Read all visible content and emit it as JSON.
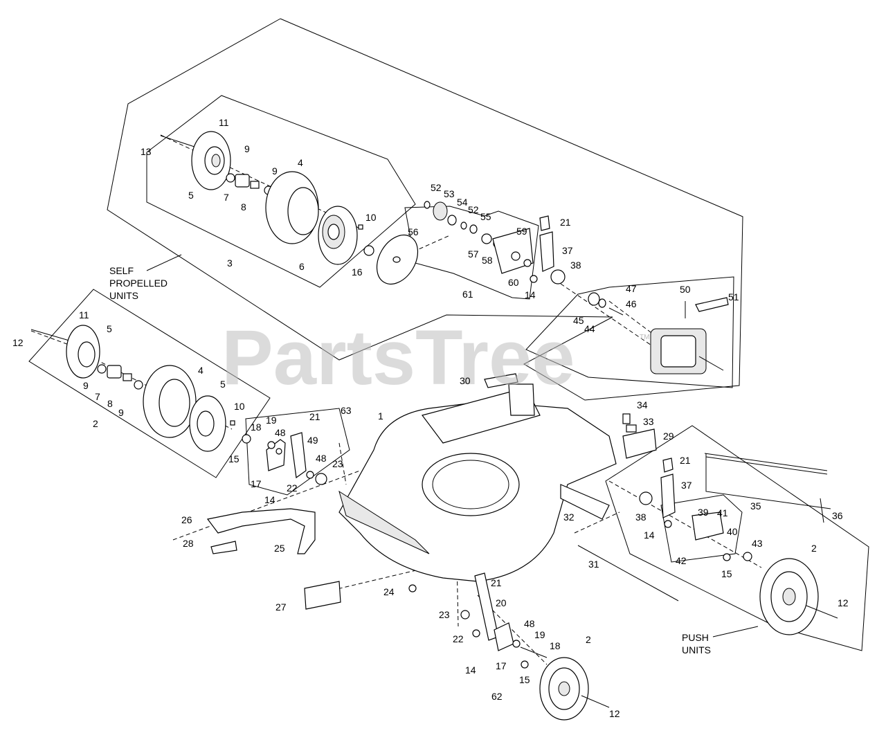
{
  "watermark": "PartsTree",
  "watermark_tm": "TM",
  "captions": {
    "self_propelled": [
      "SELF",
      "PROPELLED",
      "UNITS"
    ],
    "push": [
      "PUSH",
      "UNITS"
    ]
  },
  "callouts": [
    {
      "id": "c-13a",
      "text": "13"
    },
    {
      "id": "c-11a",
      "text": "11"
    },
    {
      "id": "c-9a",
      "text": "9"
    },
    {
      "id": "c-4a",
      "text": "4"
    },
    {
      "id": "c-9b",
      "text": "9"
    },
    {
      "id": "c-5a",
      "text": "5"
    },
    {
      "id": "c-7a",
      "text": "7"
    },
    {
      "id": "c-8a",
      "text": "8"
    },
    {
      "id": "c-10a",
      "text": "10"
    },
    {
      "id": "c-6a",
      "text": "6"
    },
    {
      "id": "c-16a",
      "text": "16"
    },
    {
      "id": "c-3a",
      "text": "3"
    },
    {
      "id": "c-52a",
      "text": "52"
    },
    {
      "id": "c-53a",
      "text": "53"
    },
    {
      "id": "c-54a",
      "text": "54"
    },
    {
      "id": "c-52b",
      "text": "52"
    },
    {
      "id": "c-55a",
      "text": "55"
    },
    {
      "id": "c-56a",
      "text": "56"
    },
    {
      "id": "c-59a",
      "text": "59"
    },
    {
      "id": "c-21a",
      "text": "21"
    },
    {
      "id": "c-57a",
      "text": "57"
    },
    {
      "id": "c-58a",
      "text": "58"
    },
    {
      "id": "c-37a",
      "text": "37"
    },
    {
      "id": "c-38a",
      "text": "38"
    },
    {
      "id": "c-60a",
      "text": "60"
    },
    {
      "id": "c-61a",
      "text": "61"
    },
    {
      "id": "c-14a",
      "text": "14"
    },
    {
      "id": "c-47a",
      "text": "47"
    },
    {
      "id": "c-46a",
      "text": "46"
    },
    {
      "id": "c-45a",
      "text": "45"
    },
    {
      "id": "c-44a",
      "text": "44"
    },
    {
      "id": "c-50a",
      "text": "50"
    },
    {
      "id": "c-51a",
      "text": "51"
    },
    {
      "id": "c-12a",
      "text": "12"
    },
    {
      "id": "c-11b",
      "text": "11"
    },
    {
      "id": "c-5b",
      "text": "5"
    },
    {
      "id": "c-4b",
      "text": "4"
    },
    {
      "id": "c-9c",
      "text": "9"
    },
    {
      "id": "c-7b",
      "text": "7"
    },
    {
      "id": "c-8b",
      "text": "8"
    },
    {
      "id": "c-9d",
      "text": "9"
    },
    {
      "id": "c-5c",
      "text": "5"
    },
    {
      "id": "c-10b",
      "text": "10"
    },
    {
      "id": "c-2a",
      "text": "2"
    },
    {
      "id": "c-15a",
      "text": "15"
    },
    {
      "id": "c-30a",
      "text": "30"
    },
    {
      "id": "c-1a",
      "text": "1"
    },
    {
      "id": "c-18a",
      "text": "18"
    },
    {
      "id": "c-19a",
      "text": "19"
    },
    {
      "id": "c-21b",
      "text": "21"
    },
    {
      "id": "c-63a",
      "text": "63"
    },
    {
      "id": "c-48a",
      "text": "48"
    },
    {
      "id": "c-49a",
      "text": "49"
    },
    {
      "id": "c-48b",
      "text": "48"
    },
    {
      "id": "c-23a",
      "text": "23"
    },
    {
      "id": "c-17a",
      "text": "17"
    },
    {
      "id": "c-14b",
      "text": "14"
    },
    {
      "id": "c-22a",
      "text": "22"
    },
    {
      "id": "c-34a",
      "text": "34"
    },
    {
      "id": "c-33a",
      "text": "33"
    },
    {
      "id": "c-29a",
      "text": "29"
    },
    {
      "id": "c-21c",
      "text": "21"
    },
    {
      "id": "c-37b",
      "text": "37"
    },
    {
      "id": "c-26a",
      "text": "26"
    },
    {
      "id": "c-28a",
      "text": "28"
    },
    {
      "id": "c-25a",
      "text": "25"
    },
    {
      "id": "c-32a",
      "text": "32"
    },
    {
      "id": "c-35a",
      "text": "35"
    },
    {
      "id": "c-36a",
      "text": "36"
    },
    {
      "id": "c-38b",
      "text": "38"
    },
    {
      "id": "c-39a",
      "text": "39"
    },
    {
      "id": "c-41a",
      "text": "41"
    },
    {
      "id": "c-14c",
      "text": "14"
    },
    {
      "id": "c-40a",
      "text": "40"
    },
    {
      "id": "c-43a",
      "text": "43"
    },
    {
      "id": "c-42a",
      "text": "42"
    },
    {
      "id": "c-15b",
      "text": "15"
    },
    {
      "id": "c-2b",
      "text": "2"
    },
    {
      "id": "c-31a",
      "text": "31"
    },
    {
      "id": "c-24a",
      "text": "24"
    },
    {
      "id": "c-27a",
      "text": "27"
    },
    {
      "id": "c-21d",
      "text": "21"
    },
    {
      "id": "c-20a",
      "text": "20"
    },
    {
      "id": "c-23b",
      "text": "23"
    },
    {
      "id": "c-48c",
      "text": "48"
    },
    {
      "id": "c-19b",
      "text": "19"
    },
    {
      "id": "c-22b",
      "text": "22"
    },
    {
      "id": "c-18b",
      "text": "18"
    },
    {
      "id": "c-2c",
      "text": "2"
    },
    {
      "id": "c-17b",
      "text": "17"
    },
    {
      "id": "c-14d",
      "text": "14"
    },
    {
      "id": "c-15c",
      "text": "15"
    },
    {
      "id": "c-62a",
      "text": "62"
    },
    {
      "id": "c-12b",
      "text": "12"
    },
    {
      "id": "c-12c",
      "text": "12"
    }
  ]
}
